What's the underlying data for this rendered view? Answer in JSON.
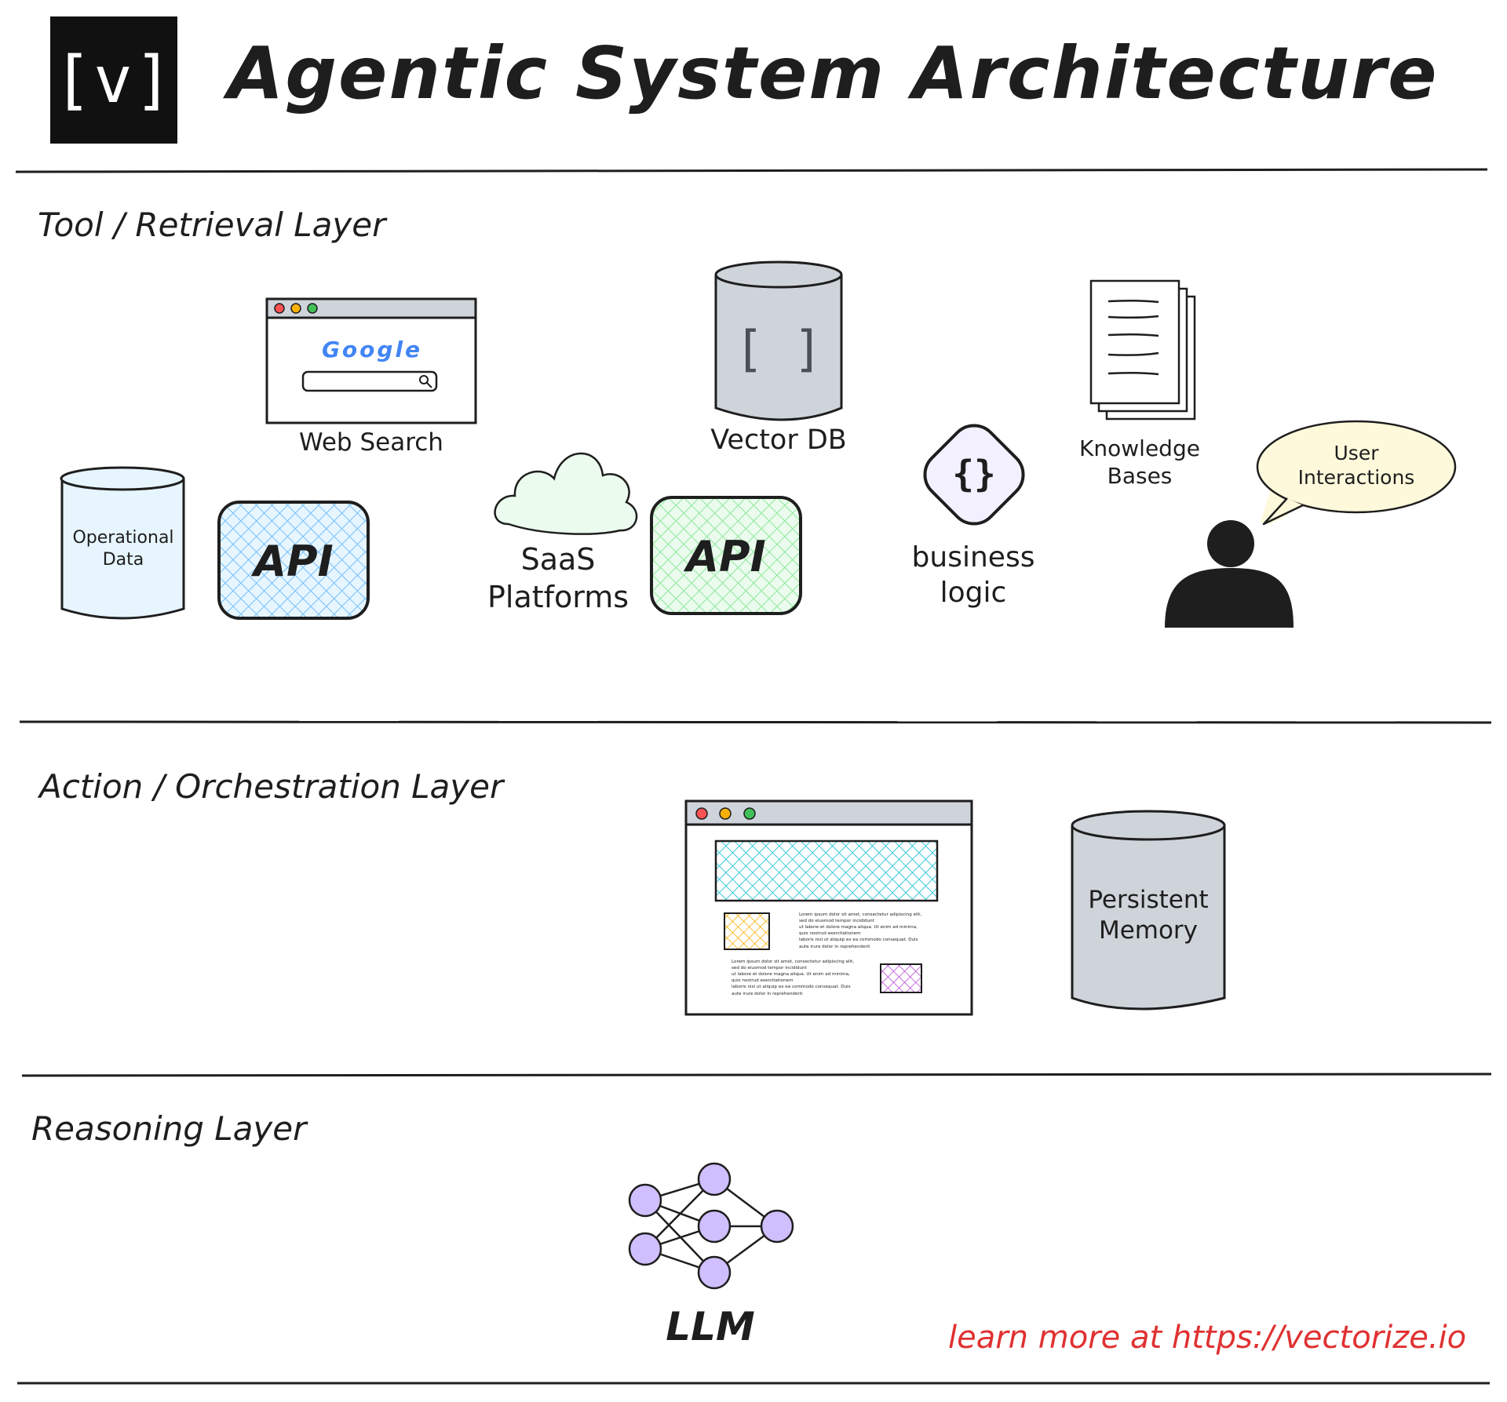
{
  "header": {
    "logo_text": "[v]",
    "title": "Agentic System Architecture"
  },
  "layers": {
    "tool": {
      "title": "Tool / Retrieval Layer",
      "web_search": {
        "brand": "Google",
        "label": "Web Search"
      },
      "vector_db": {
        "glyph": "[ ]",
        "label": "Vector DB"
      },
      "knowledge_bases": {
        "line1": "Knowledge",
        "line2": "Bases"
      },
      "operational_data": {
        "line1": "Operational",
        "line2": "Data"
      },
      "api_blue": {
        "label": "API"
      },
      "saas": {
        "line1": "SaaS",
        "line2": "Platforms"
      },
      "api_green": {
        "label": "API"
      },
      "business_logic": {
        "glyph": "{}",
        "line1": "business",
        "line2": "logic"
      },
      "user_interactions": {
        "line1": "User",
        "line2": "Interactions"
      }
    },
    "action": {
      "title": "Action / Orchestration Layer",
      "lorem_1": [
        "Lorem ipsum dolor sit amet,  consectetur adipiscing elit,",
        "sed do eiusmod tempor incididunt",
        "ut labore et dolore magna aliqua. Ut enim ad minima,",
        "quis nostrud exercitationem",
        "laboris nisi ut aliquip ex ea commodo consequat. Duis",
        "aute irure dolor in reprehenderit"
      ],
      "lorem_2": [
        "Lorem ipsum dolor sit amet,  consectetur adipiscing elit,",
        "sed do eiusmod tempor incididunt",
        "ut labore et dolore magna aliqua. Ut enim ad minima,",
        "quis nostrud exercitationem",
        "laboris nisi ut aliquip ex ea commodo consequat. Duis",
        "aute irure dolor in reprehenderit"
      ],
      "persistent_memory": {
        "line1": "Persistent",
        "line2": "Memory"
      }
    },
    "reasoning": {
      "title": "Reasoning Layer",
      "llm_label": "LLM"
    }
  },
  "footer": {
    "link_text": "learn more at https://vectorize.io"
  },
  "colors": {
    "ink": "#1e1e1e",
    "cylinder_gray": "#ced4da",
    "cylinder_blue": "#e7f5ff",
    "api_blue": "#a5d8ff",
    "api_green": "#b2f2bb",
    "cloud_green": "#ebfbee",
    "business_logic_fill": "#f3f0ff",
    "speech_bubble": "#fff9db",
    "hatch_teal": "#3bc9db",
    "hatch_orange": "#fab005",
    "hatch_purple": "#be4bdb",
    "neuron": "#d0bfff",
    "link_red": "#e03131"
  }
}
